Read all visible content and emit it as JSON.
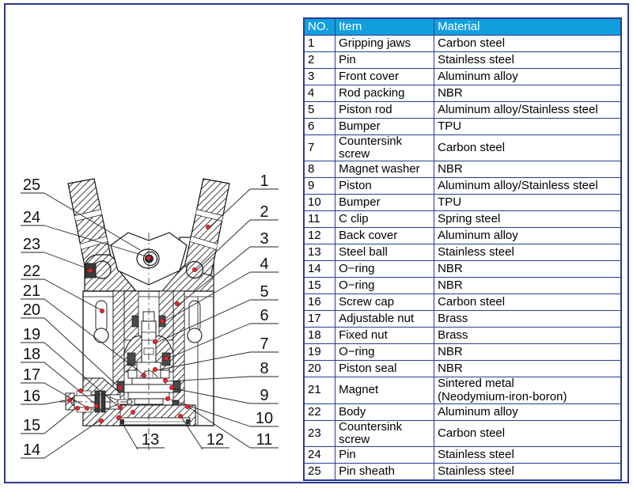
{
  "colors": {
    "frame_border": "#2b3990",
    "table_border": "#2b3990",
    "header_bg": "#119fe0",
    "header_text": "#ffffff",
    "callout_dot": "#e8262c",
    "line_color": "#1a1a1a"
  },
  "diagram": {
    "description": "Cross-section drawing of an angular pneumatic gripper with numbered part callouts",
    "callouts": [
      {
        "n": "1"
      },
      {
        "n": "2"
      },
      {
        "n": "3"
      },
      {
        "n": "4"
      },
      {
        "n": "5"
      },
      {
        "n": "6"
      },
      {
        "n": "7"
      },
      {
        "n": "8"
      },
      {
        "n": "9"
      },
      {
        "n": "10"
      },
      {
        "n": "11"
      },
      {
        "n": "12"
      },
      {
        "n": "13"
      },
      {
        "n": "14"
      },
      {
        "n": "15"
      },
      {
        "n": "16"
      },
      {
        "n": "17"
      },
      {
        "n": "18"
      },
      {
        "n": "19"
      },
      {
        "n": "20"
      },
      {
        "n": "21"
      },
      {
        "n": "22"
      },
      {
        "n": "23"
      },
      {
        "n": "24"
      },
      {
        "n": "25"
      }
    ]
  },
  "table": {
    "headers": {
      "no": "NO.",
      "item": "Item",
      "material": "Material"
    },
    "rows": [
      {
        "no": "1",
        "item": "Gripping jaws",
        "material": "Carbon steel"
      },
      {
        "no": "2",
        "item": "Pin",
        "material": "Stainless steel"
      },
      {
        "no": "3",
        "item": "Front cover",
        "material": "Aluminum alloy"
      },
      {
        "no": "4",
        "item": "Rod packing",
        "material": "NBR"
      },
      {
        "no": "5",
        "item": "Piston rod",
        "material": "Aluminum alloy/Stainless steel"
      },
      {
        "no": "6",
        "item": "Bumper",
        "material": "TPU"
      },
      {
        "no": "7",
        "item": "Countersink screw",
        "material": "Carbon steel"
      },
      {
        "no": "8",
        "item": "Magnet washer",
        "material": "NBR"
      },
      {
        "no": "9",
        "item": "Piston",
        "material": "Aluminum alloy/Stainless steel"
      },
      {
        "no": "10",
        "item": "Bumper",
        "material": "TPU"
      },
      {
        "no": "11",
        "item": "C clip",
        "material": "Spring steel"
      },
      {
        "no": "12",
        "item": "Back cover",
        "material": "Aluminum alloy"
      },
      {
        "no": "13",
        "item": "Steel ball",
        "material": "Stainless steel"
      },
      {
        "no": "14",
        "item": "O−ring",
        "material": "NBR"
      },
      {
        "no": "15",
        "item": "O−ring",
        "material": "NBR"
      },
      {
        "no": "16",
        "item": "Screw cap",
        "material": "Carbon steel"
      },
      {
        "no": "17",
        "item": "Adjustable nut",
        "material": "Brass"
      },
      {
        "no": "18",
        "item": "Fixed nut",
        "material": "Brass"
      },
      {
        "no": "19",
        "item": "O−ring",
        "material": "NBR"
      },
      {
        "no": "20",
        "item": "Piston seal",
        "material": "NBR"
      },
      {
        "no": "21",
        "item": "Magnet",
        "material": "Sintered metal\n(Neodymium-iron-boron)"
      },
      {
        "no": "22",
        "item": "Body",
        "material": "Aluminum alloy"
      },
      {
        "no": "23",
        "item": "Countersink screw",
        "material": "Carbon steel"
      },
      {
        "no": "24",
        "item": "Pin",
        "material": "Stainless steel"
      },
      {
        "no": "25",
        "item": "Pin sheath",
        "material": "Stainless steel"
      }
    ]
  }
}
